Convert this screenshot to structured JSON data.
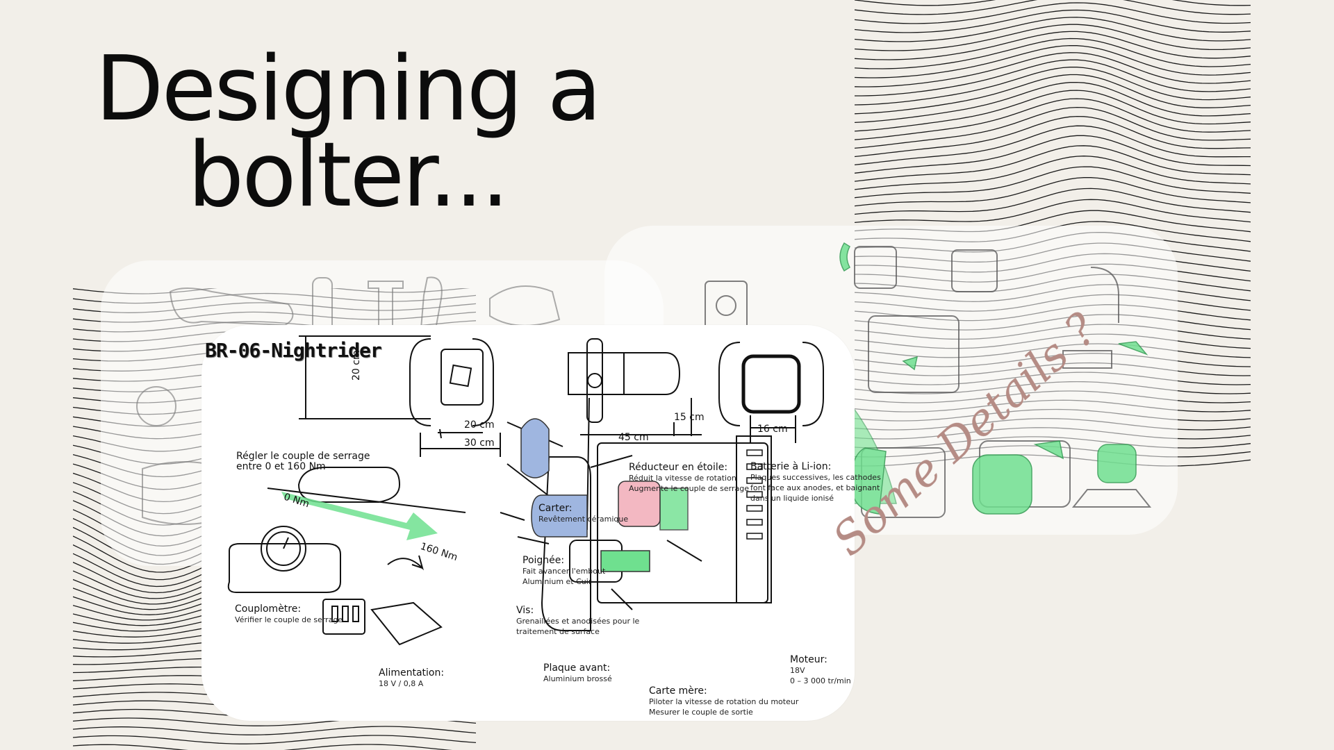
{
  "slide": {
    "title_line1": "Designing a",
    "title_line2": "bolter...",
    "handwritten_note": "Some Details ?"
  },
  "spec_sheet": {
    "model_name": "BR-06-Nightrider",
    "dimensions": {
      "height": "20 cm",
      "inner_width": "20 cm",
      "outer_width": "30 cm",
      "depth": "45 cm",
      "offset": "15 cm",
      "back_width": "16 cm"
    },
    "torque_section": {
      "heading_line1": "Régler le couple de serrage",
      "heading_line2": "entre 0 et 160 Nm",
      "min_label": "0 Nm",
      "max_label": "160 Nm"
    },
    "couplometre": {
      "title": "Couplomètre:",
      "desc": "Vérifier le couple de serrage"
    },
    "alimentation": {
      "title": "Alimentation:",
      "desc": "18 V   /   0,8 A"
    },
    "callouts": {
      "carter": {
        "title": "Carter:",
        "desc": "Revêtement céramique"
      },
      "poignee": {
        "title": "Poignée:",
        "desc1": "Fait avancer l'embout",
        "desc2": "Aluminium et Cuir"
      },
      "vis": {
        "title": "Vis:",
        "desc1": "Grenaillées et anodisées pour le",
        "desc2": "traitement de surface"
      },
      "plaque": {
        "title": "Plaque avant:",
        "desc": "Aluminium brossé"
      },
      "reducteur": {
        "title": "Réducteur en étoile:",
        "desc1": "Réduit la vitesse de rotation",
        "desc2": "Augmente le couple de serrage"
      },
      "batterie": {
        "title": "Batterie à Li-ion:",
        "desc1": "Plaques successives, les cathodes",
        "desc2": "font face aux anodes, et baignant",
        "desc3": "dans un liquide ionisé"
      },
      "moteur": {
        "title": "Moteur:",
        "desc1": "18V",
        "desc2": "0 – 3 000 tr/min"
      },
      "carte": {
        "title": "Carte mère:",
        "desc1": "Piloter la vitesse de rotation du moteur",
        "desc2": "Mesurer le couple de sortie"
      }
    }
  },
  "colors": {
    "background": "#f2efe9",
    "accent_green": "#6fe08f",
    "handle_blue": "#9fb6e0",
    "gear_pink": "#f3b8c2",
    "note_color": "#b58c85"
  }
}
